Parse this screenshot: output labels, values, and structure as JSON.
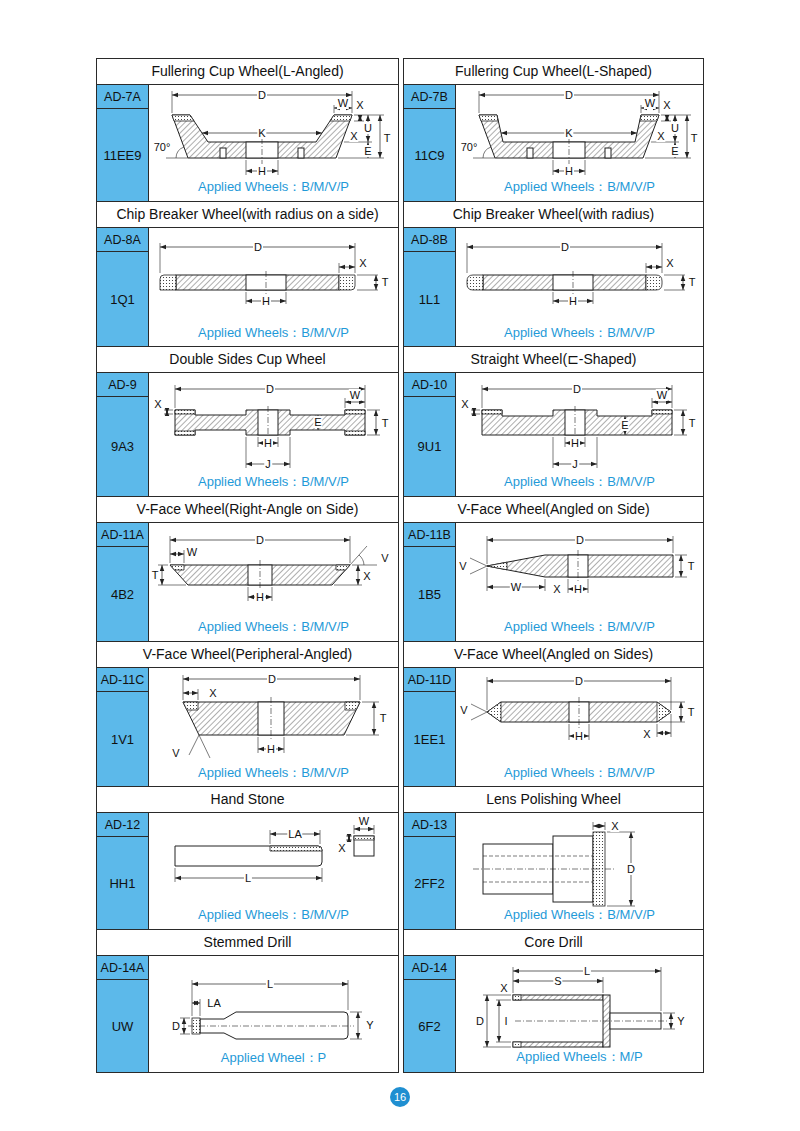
{
  "diagram": {
    "nodes": [
      {
        "text": [
          "Fullering Cup Wheel(L-Angled)",
          "Applied Wheels：B/M/V/P"
        ]
      },
      {
        "text": [
          "AD-7A"
        ],
        "in": 0
      },
      {
        "text": [
          "11EE9"
        ],
        "in": 0
      },
      {
        "text": [
          "Fullering Cup Wheel(L-Shaped)",
          "Applied Wheels：B/M/V/P"
        ]
      },
      {
        "text": [
          "AD-7B"
        ],
        "in": 3
      },
      {
        "text": [
          "11C9"
        ],
        "in": 3
      },
      {
        "text": [
          "Chip Breaker Wheel(with radius on a side)",
          "Applied Wheels：B/M/V/P"
        ]
      },
      {
        "text": [
          "AD-8A"
        ],
        "in": 6
      },
      {
        "text": [
          "1Q1"
        ],
        "in": 6
      },
      {
        "text": [
          "Chip Breaker Wheel(with radius)",
          "Applied Wheels：B/M/V/P"
        ]
      },
      {
        "text": [
          "AD-8B"
        ],
        "in": 9
      },
      {
        "text": [
          "1L1"
        ],
        "in": 9
      },
      {
        "text": [
          "Double Sides Cup Wheel",
          "Applied Wheels：B/M/V/P"
        ]
      },
      {
        "text": [
          "AD-9"
        ],
        "in": 12
      },
      {
        "text": [
          "9A3"
        ],
        "in": 12
      },
      {
        "text": [
          "Straight Wheel(⊏-Shaped)",
          "Applied Wheels：B/M/V/P"
        ]
      },
      {
        "text": [
          "AD-10"
        ],
        "in": 15
      },
      {
        "text": [
          "9U1"
        ],
        "in": 15
      },
      {
        "text": [
          "V-Face Wheel(Right-Angle on Side)",
          "Applied Wheels：B/M/V/P"
        ]
      },
      {
        "text": [
          "AD-11A"
        ],
        "in": 18
      },
      {
        "text": [
          "4B2"
        ],
        "in": 18
      },
      {
        "text": [
          "V-Face Wheel(Angled on Side)",
          "Applied Wheels：B/M/V/P"
        ]
      },
      {
        "text": [
          "AD-11B"
        ],
        "in": 21
      },
      {
        "text": [
          "1B5"
        ],
        "in": 21
      },
      {
        "text": [
          "V-Face Wheel(Peripheral-Angled)",
          "Applied Wheels：B/M/V/P"
        ]
      },
      {
        "text": [
          "AD-11C"
        ],
        "in": 24
      },
      {
        "text": [
          "1V1"
        ],
        "in": 24
      },
      {
        "text": [
          "V-Face Wheel(Angled on Sides)",
          "Applied Wheels：B/M/V/P"
        ]
      },
      {
        "text": [
          "AD-11D"
        ],
        "in": 27
      },
      {
        "text": [
          "1EE1"
        ],
        "in": 27
      },
      {
        "text": [
          "Hand Stone",
          "Applied Wheels：B/M/V/P"
        ]
      },
      {
        "text": [
          "AD-12"
        ],
        "in": 30
      },
      {
        "text": [
          "HH1"
        ],
        "in": 30
      },
      {
        "text": [
          "Lens Polishing Wheel",
          "Applied Wheels：B/M/V/P"
        ]
      },
      {
        "text": [
          "AD-13"
        ],
        "in": 33
      },
      {
        "text": [
          "2FF2"
        ],
        "in": 33
      },
      {
        "text": [
          "Stemmed Drill",
          "Applied Wheel：P"
        ]
      },
      {
        "text": [
          "AD-14A"
        ],
        "in": 36
      },
      {
        "text": [
          "UW"
        ],
        "in": 36
      },
      {
        "text": [
          "Core Drill",
          "Applied Wheels：M/P"
        ]
      },
      {
        "text": [
          "AD-14"
        ],
        "in": 39
      },
      {
        "text": [
          "6F2"
        ],
        "in": 39
      },
      {
        "text": [
          "16"
        ]
      }
    ],
    "labels": [
      "D",
      "W",
      "X",
      "U",
      "X",
      "T",
      "E",
      "70°",
      "K",
      "H",
      "D",
      "W",
      "X",
      "U",
      "X",
      "T",
      "E",
      "70°",
      "K",
      "H",
      "D",
      "X",
      "T",
      "H",
      "D",
      "X",
      "T",
      "H",
      "D",
      "W",
      "X",
      "T",
      "E",
      "H",
      "J",
      "D",
      "W",
      "X",
      "T",
      "E",
      "H",
      "J",
      "W",
      "D",
      "T",
      "V",
      "X",
      "H",
      "D",
      "V",
      "T",
      "W",
      "X",
      "H",
      "X",
      "D",
      "T",
      "H",
      "V",
      "D",
      "V",
      "T",
      "H",
      "X",
      "LA",
      "W",
      "X",
      "L",
      "X",
      "D",
      "L",
      "LA",
      "D",
      "Y",
      "L",
      "S",
      "X",
      "D",
      "I",
      "Y"
    ]
  }
}
